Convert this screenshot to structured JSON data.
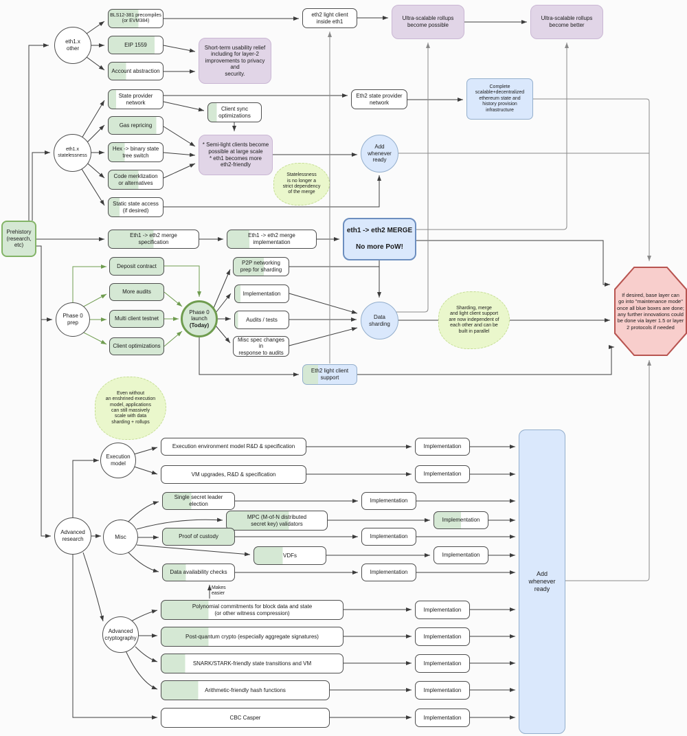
{
  "labels": {
    "implementation": "Implementation"
  },
  "colors": {
    "progress_green": "#d5e8d4",
    "green_border": "#82b366",
    "blue_fill": "#dae8fc",
    "blue_border": "#6c8ebf",
    "purple_fill": "#e1d5e7",
    "red_fill": "#f8cecc",
    "red_border": "#b85450",
    "cloud_fill": "#eaf7cc"
  },
  "nodes": {
    "prehistory": "Prehistory\n(research,\netc)",
    "eth1x_other": "eth1.x\nother",
    "bls": "BLS12-381 precompiles\n(or EVM384)",
    "eip1559": "EIP 1559",
    "account_abstraction": "Account abstraction",
    "shortterm": "Short-term usability relief\nincluding for layer-2\nimprovements to privacy and\nsecurity.",
    "eth2_light_inside": "eth2 light client\ninside eth1",
    "rollups_possible": "Ultra-scalable rollups\nbecome possible",
    "rollups_better": "Ultra-scalable rollups\nbecome better",
    "eth1x_statelessness": "eth1.x\nstatelessness",
    "state_provider": "State provider\nnetwork",
    "client_sync": "Client sync\noptimizations",
    "gas_repricing": "Gas repricing",
    "hex_binary": "Hex -> binary state\ntree switch",
    "code_merk": "Code merklization\nor alternatives",
    "static_state": "Static state access\n(if desired)",
    "semi_light": "* Semi-light clients become\npossible at large scale\n* eth1 becomes more\neth2-friendly",
    "statelessness_cloud": "Statelessness\nis no longer a\nstrict dependency\nof the merge",
    "eth2_state_provider": "Eth2 state provider\nnetwork",
    "complete_infra": "Complete\nscalable+decentralized\nethereum state and\nhistory provision\ninfrastructure",
    "add_whenever": "Add\nwhenever\nready",
    "merge_spec": "Eth1 -> eth2 merge\nspecification",
    "merge_impl": "Eth1 -> eth2 merge\nimplementation",
    "merge_box": "eth1 -> eth2 MERGE\n\nNo more PoW!",
    "deposit": "Deposit contract",
    "p2p": "P2P networking\nprep for sharding",
    "phase0_prep": "Phase 0\nprep",
    "more_audits": "More audits",
    "multi_client": "Multi client testnet",
    "client_opt": "Client optimizations",
    "phase0_launch": "Phase 0\nlaunch",
    "phase0_launch_today": "(Today)",
    "audits_tests": "Audits / tests",
    "misc_spec": "Misc spec changes in\nresponse to audits",
    "data_sharding": "Data sharding",
    "sharding_cloud": "Sharding, merge\nand light client support\nare now independent of\neach other and can be\nbuilt in parallel",
    "octagon": "If desired, base layer can\ngo into \"maintenance mode\"\nonce all blue boxes are done;\nany further innovations could\nbe done via layer 1.5 or layer\n2 protocols if needed",
    "eth2_light_support": "Eth2 light client\nsupport",
    "even_cloud": "Even without\nan enshrined execution\nmodel, applications\ncan still massively\nscale with data\nsharding + rollups",
    "exec_model": "Execution\nmodel",
    "exec_env": "Execution environment model R&D & specification",
    "vm_upgrades": "VM upgrades, R&D & specification",
    "adv_research": "Advanced\nresearch",
    "misc": "Misc",
    "ssle": "Single secret leader election",
    "mpc": "MPC (M-of-N distributed\nsecret key) validators",
    "custody": "Proof of custody",
    "vdfs": "VDFs",
    "dac": "Data availability checks",
    "adv_crypto": "Advanced\ncryptography",
    "poly": "Polynomial commitments for block data and state\n(or other witness compression)",
    "pq": "Post-quantum crypto (especially aggregate signatures)",
    "snark": "SNARK/STARK-friendly state transitions and VM",
    "arith": "Arithmetic-friendly hash functions",
    "cbc": "CBC Casper",
    "big_add": "Add\nwhenever\nready",
    "makes_easier": "Makes\neasier"
  }
}
